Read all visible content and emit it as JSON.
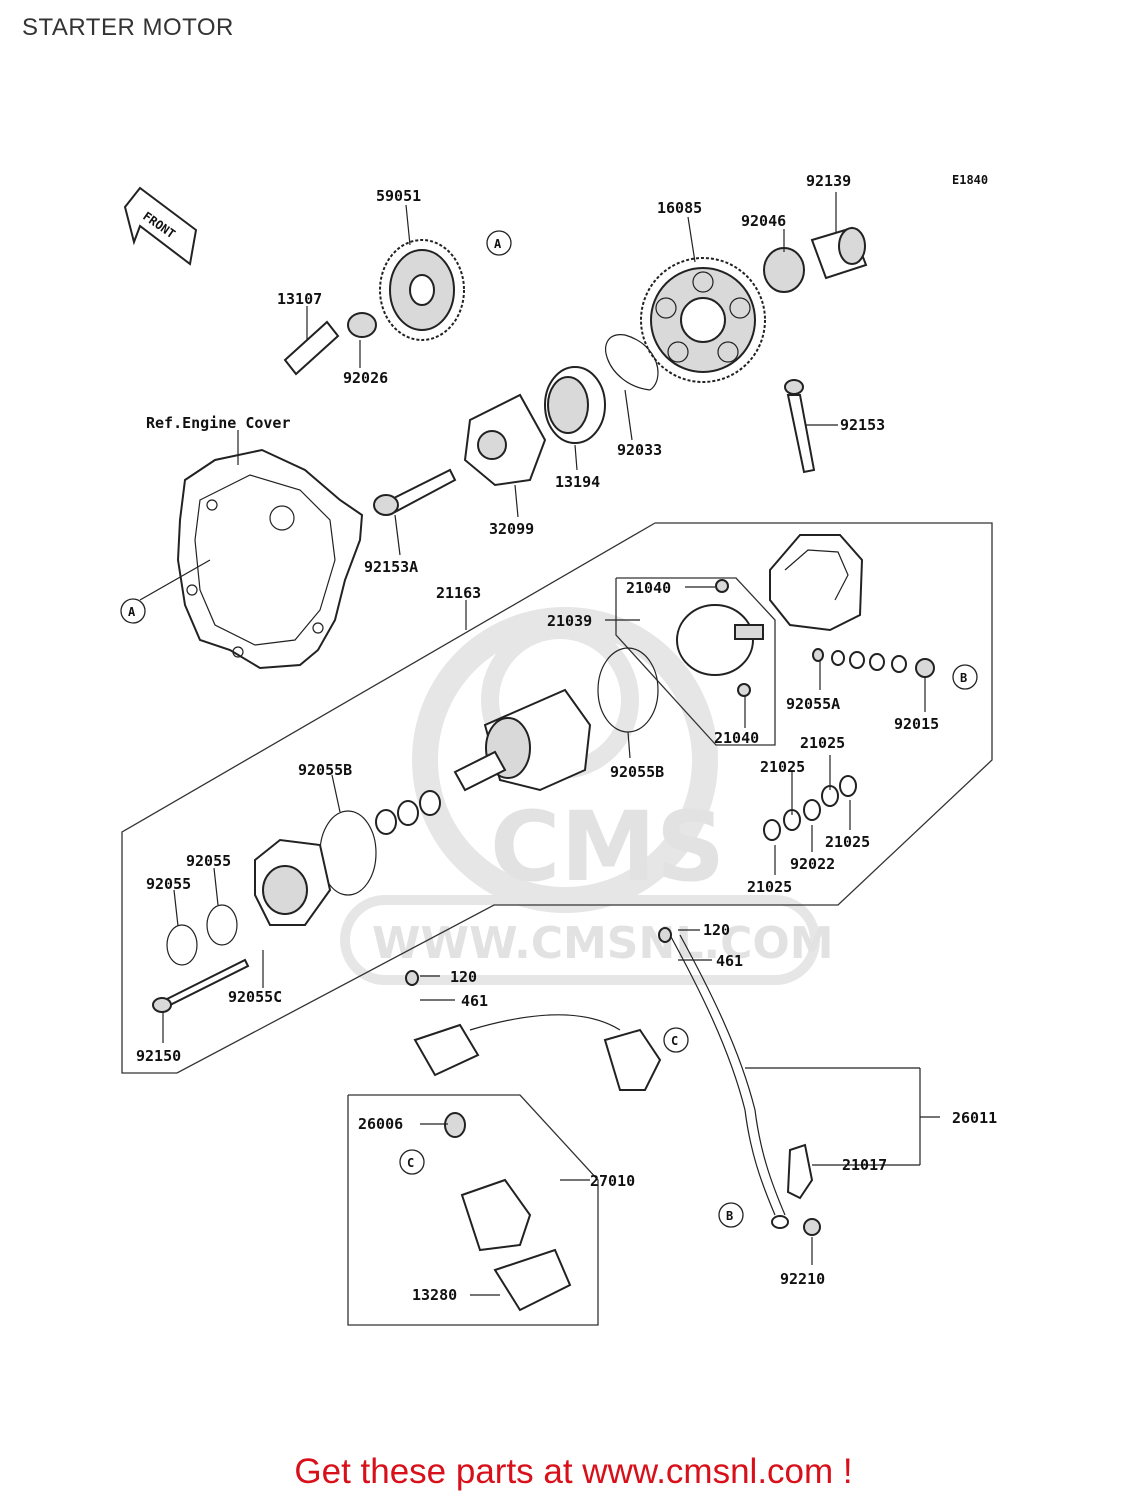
{
  "page": {
    "title": "STARTER MOTOR",
    "footer": "Get these parts at www.cmsnl.com !"
  },
  "diagram": {
    "code": "E1840",
    "front_label": "FRONT",
    "ref_label": "Ref.Engine Cover",
    "watermark": {
      "brand": "CMS",
      "url": "WWW.CMSNL.COM"
    },
    "callouts": {
      "a": "A",
      "b": "B",
      "c": "C"
    },
    "parts": {
      "p59051": "59051",
      "p16085": "16085",
      "p92139": "92139",
      "p92046": "92046",
      "p13107": "13107",
      "p92026": "92026",
      "p92153": "92153",
      "p92033": "92033",
      "p13194": "13194",
      "p32099": "32099",
      "p92153A": "92153A",
      "p21163": "21163",
      "p21040a": "21040",
      "p21039": "21039",
      "p92055A": "92055A",
      "p92015": "92015",
      "p21040b": "21040",
      "p21025a": "21025",
      "p21025b": "21025",
      "p21025c": "21025",
      "p21025d": "21025",
      "p92022": "92022",
      "p92055Ba": "92055B",
      "p92055Bb": "92055B",
      "p92055a": "92055",
      "p92055b": "92055",
      "p92055C": "92055C",
      "p92150": "92150",
      "p120a": "120",
      "p461a": "461",
      "p120b": "120",
      "p461b": "461",
      "p26011": "26011",
      "p21017": "21017",
      "p92210": "92210",
      "p26006": "26006",
      "p27010": "27010",
      "p13280": "13280"
    }
  }
}
